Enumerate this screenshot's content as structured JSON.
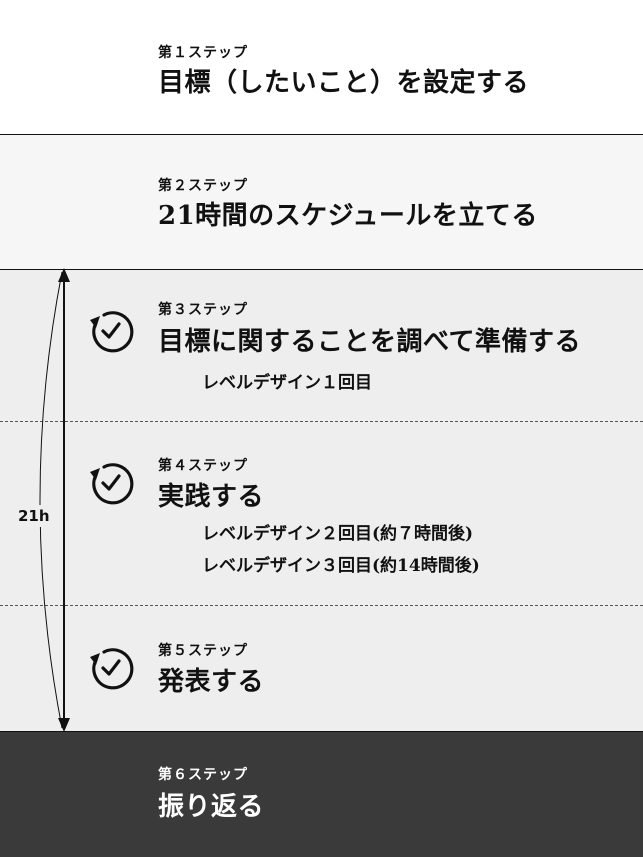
{
  "steps": [
    {
      "label": "第１ステップ",
      "title": "目標（したいこと）を設定する"
    },
    {
      "label": "第２ステップ",
      "title": "21時間のスケジュールを立てる"
    },
    {
      "label": "第３ステップ",
      "title": "目標に関することを調べて準備する",
      "subs": [
        "レベルデザイン１回目"
      ]
    },
    {
      "label": "第４ステップ",
      "title": "実践する",
      "subs": [
        "レベルデザイン２回目(約７時間後)",
        "レベルデザイン３回目(約14時間後)"
      ]
    },
    {
      "label": "第５ステップ",
      "title": "発表する"
    },
    {
      "label": "第６ステップ",
      "title": "振り返る"
    }
  ],
  "duration_label": "21h",
  "icons": {
    "timer": "timer-clock-icon"
  },
  "colors": {
    "dark_band": "#3a3a3a",
    "light_band": "#eeeeee",
    "line": "#111111"
  }
}
